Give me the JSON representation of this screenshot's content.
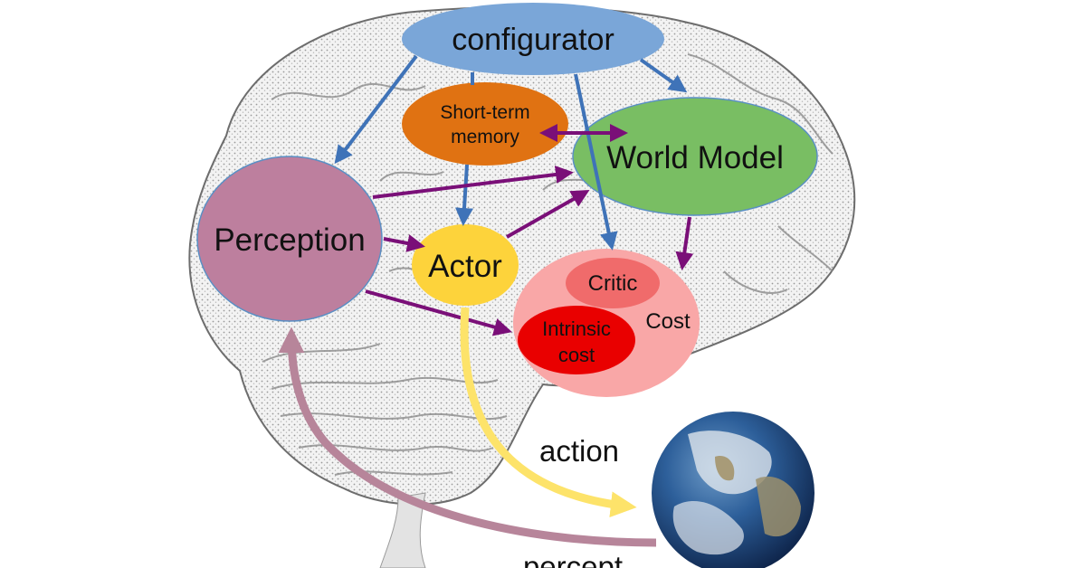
{
  "diagram": {
    "nodes": {
      "configurator": "configurator",
      "short_term_memory_line1": "Short-term",
      "short_term_memory_line2": "memory",
      "world_model": "World Model",
      "perception": "Perception",
      "actor": "Actor",
      "critic": "Critic",
      "cost": "Cost",
      "intrinsic_cost_line1": "Intrinsic",
      "intrinsic_cost_line2": "cost"
    },
    "edge_labels": {
      "action": "action",
      "percept": "percept"
    },
    "colors": {
      "configurator": "#7aa6d8",
      "short_term_memory": "#e07212",
      "world_model": "#79be63",
      "perception": "#bd7f9e",
      "actor": "#fdd33b",
      "cost": "#f9a7a7",
      "critic": "#f06b6b",
      "intrinsic_cost": "#e90000",
      "config_arrows": "#3f73b8",
      "purple_arrows": "#7a0f78",
      "action_arrow": "#fde36a",
      "percept_arrow": "#b7859a"
    },
    "background_images": [
      "brain-sketch",
      "earth-globe"
    ]
  }
}
